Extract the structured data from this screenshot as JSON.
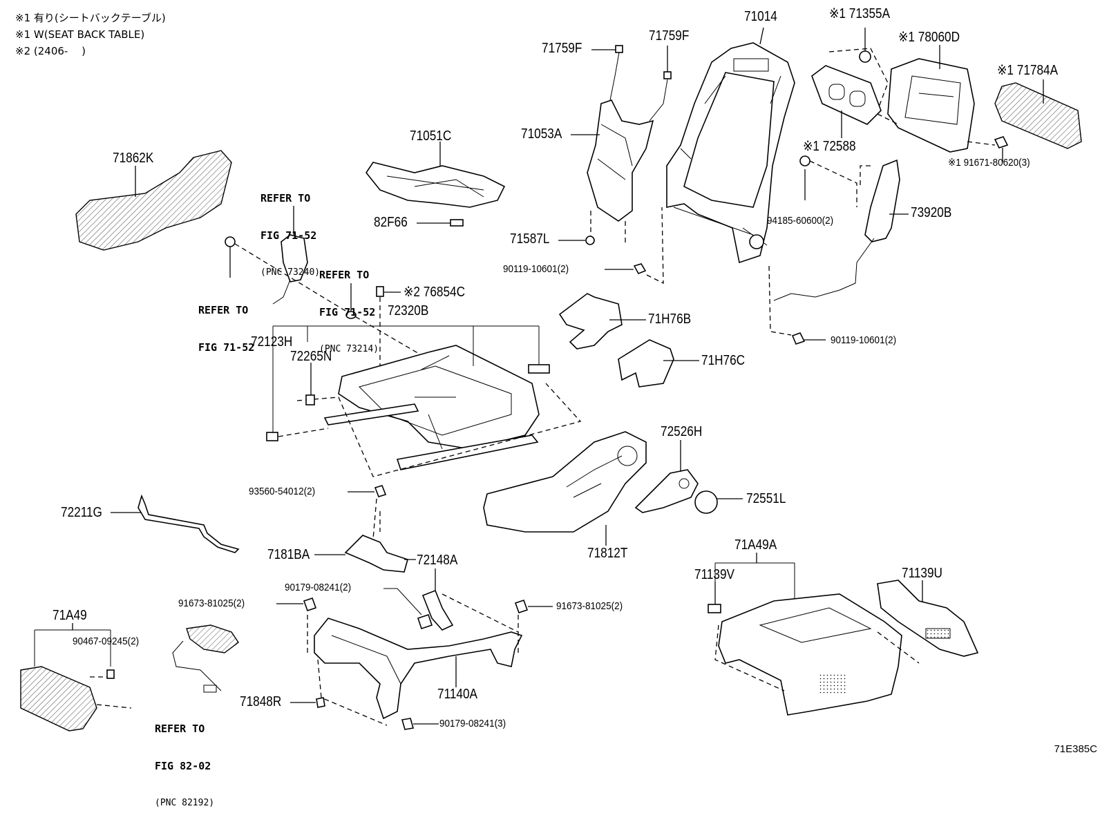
{
  "notes": [
    "※1 有り(シートバックテーブル)",
    "※1 W(SEAT BACK TABLE)",
    "※2 (2406-　 )"
  ],
  "figure_code": "71E385C",
  "labels": {
    "p71014": "71014",
    "p71355A": "※1 71355A",
    "p78060D": "※1 78060D",
    "p71784A": "※1 71784A",
    "p71759F_a": "71759F",
    "p71759F_b": "71759F",
    "p71053A": "71053A",
    "p71587L": "71587L",
    "p90119_a": "90119-10601(2)",
    "p72588": "※1 72588",
    "p91671": "※1 91671-80620(3)",
    "p94185": "94185-60600(2)",
    "p73920B": "73920B",
    "p90119_b": "90119-10601(2)",
    "p71051C": "71051C",
    "p82F66": "82F66",
    "p71862K": "71862K",
    "p76854C": "※2 76854C",
    "p72320B": "72320B",
    "p72123H": "72123H",
    "p72265N": "72265N",
    "p71H76B": "71H76B",
    "p71H76C": "71H76C",
    "p72526H": "72526H",
    "p72551L": "72551L",
    "p71812T": "71812T",
    "p93560": "93560-54012(2)",
    "p72211G": "72211G",
    "p7181BA": "7181BA",
    "p72148A": "72148A",
    "p90179_a": "90179-08241(2)",
    "p91673_a": "91673-81025(2)",
    "p91673_b": "91673-81025(2)",
    "p71A49": "71A49",
    "p90467": "90467-09245(2)",
    "p71848R": "71848R",
    "p71140A": "71140A",
    "p90179_b": "90179-08241(3)",
    "p71A49A": "71A49A",
    "p71139V": "71139V",
    "p71139U": "71139U"
  },
  "refs": {
    "r1": {
      "line1": "REFER TO",
      "line2": "FIG 71-52",
      "line3": "(PNC 73240)"
    },
    "r2": {
      "line1": "REFER TO",
      "line2": "FIG 71-52",
      "line3": "(PNC 73214)"
    },
    "r3": {
      "line1": "REFER TO",
      "line2": "FIG 71-52"
    },
    "r4": {
      "line1": "REFER TO",
      "line2": "FIG 82-02",
      "line3": "(PNC 82192)"
    }
  }
}
